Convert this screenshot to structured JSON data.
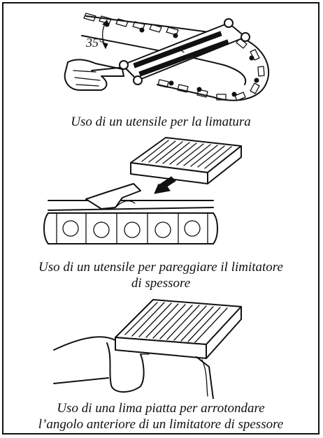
{
  "figures": [
    {
      "angle_label": "35°",
      "caption": "Uso di un utensile per la limatura"
    },
    {
      "caption_line1": "Uso di un utensile per pareggiare il limitatore",
      "caption_line2": "di spessore"
    },
    {
      "caption_line1": "Uso di una lima piatta per arrotondare",
      "caption_line2": "l’angolo anteriore di un limitatore di spessore"
    }
  ]
}
